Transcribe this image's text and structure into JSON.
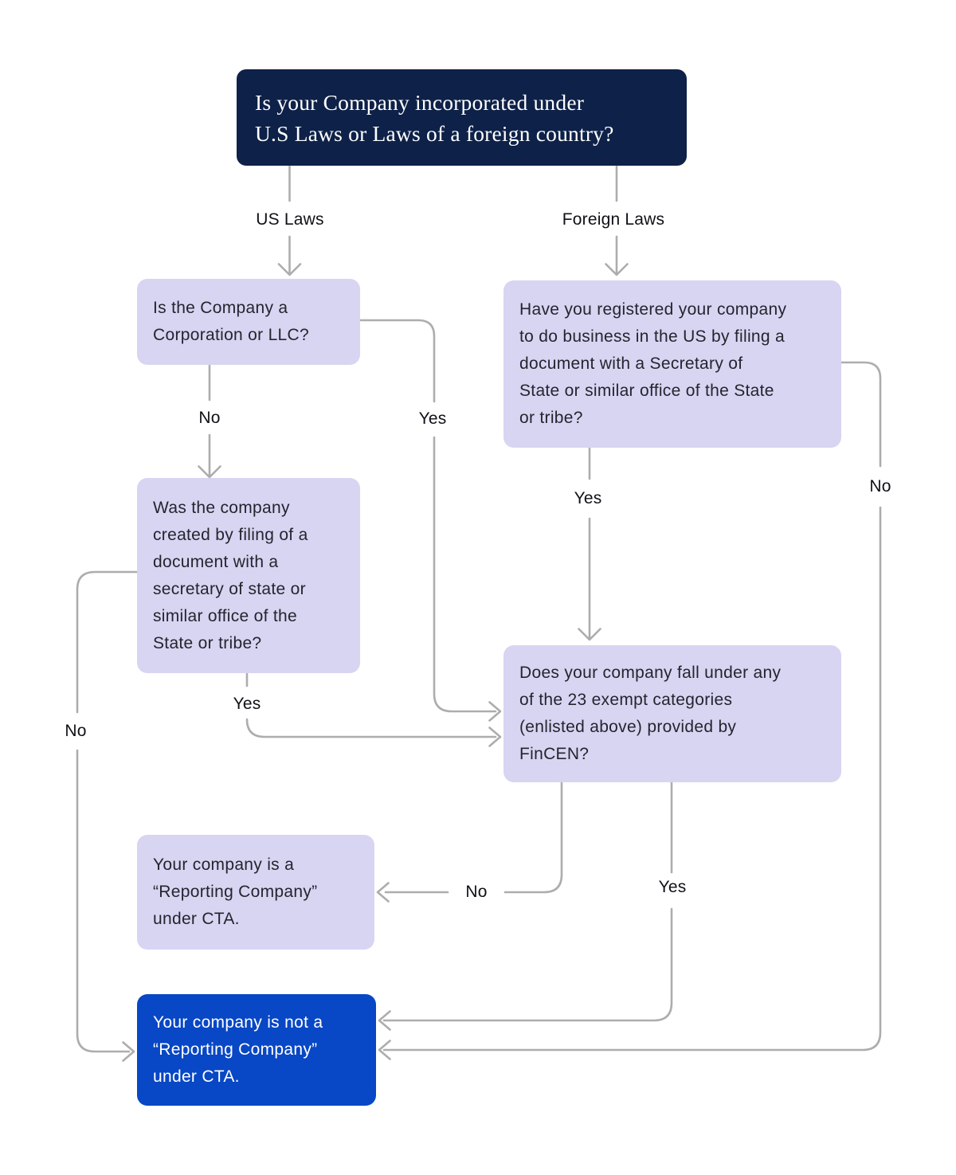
{
  "title": "Reporting Company determination flowchart (CTA)",
  "colors": {
    "header_bg": "#0E2148",
    "question_bg": "#D7D5F2",
    "result_bg": "#0847C5",
    "connector": "#ADADAD",
    "header_text": "#FFFFFF",
    "question_text": "#23252E"
  },
  "nodes": {
    "root": "Is your Company incorporated under\nU.S Laws or Laws of a foreign country?",
    "corp_or_llc": "Is the Company a\nCorporation or LLC?",
    "created_by_filing": "Was the company\ncreated by filing of a\ndocument with a\nsecretary of state or\nsimilar office of the\nState or tribe?",
    "registered_us": "Have you registered your company\nto do business in the US by filing a\ndocument with a Secretary of\nState or similar office of the State\nor tribe?",
    "exempt_categories": "Does your company fall under any\nof the 23 exempt categories\n(enlisted above) provided by\nFinCEN?",
    "reporting_company": "Your company is a\n“Reporting Company”\nunder CTA.",
    "not_reporting_company": "Your company is not a\n“Reporting Company”\nunder CTA."
  },
  "edges": [
    {
      "from": "root",
      "to": "corp_or_llc",
      "label": "US Laws"
    },
    {
      "from": "root",
      "to": "registered_us",
      "label": "Foreign Laws"
    },
    {
      "from": "corp_or_llc",
      "to": "created_by_filing",
      "label": "No"
    },
    {
      "from": "corp_or_llc",
      "to": "exempt_categories",
      "label": "Yes"
    },
    {
      "from": "created_by_filing",
      "to": "exempt_categories",
      "label": "Yes"
    },
    {
      "from": "created_by_filing",
      "to": "not_reporting_company",
      "label": "No"
    },
    {
      "from": "registered_us",
      "to": "exempt_categories",
      "label": "Yes"
    },
    {
      "from": "registered_us",
      "to": "not_reporting_company",
      "label": "No"
    },
    {
      "from": "exempt_categories",
      "to": "reporting_company",
      "label": "No"
    },
    {
      "from": "exempt_categories",
      "to": "not_reporting_company",
      "label": "Yes"
    }
  ]
}
